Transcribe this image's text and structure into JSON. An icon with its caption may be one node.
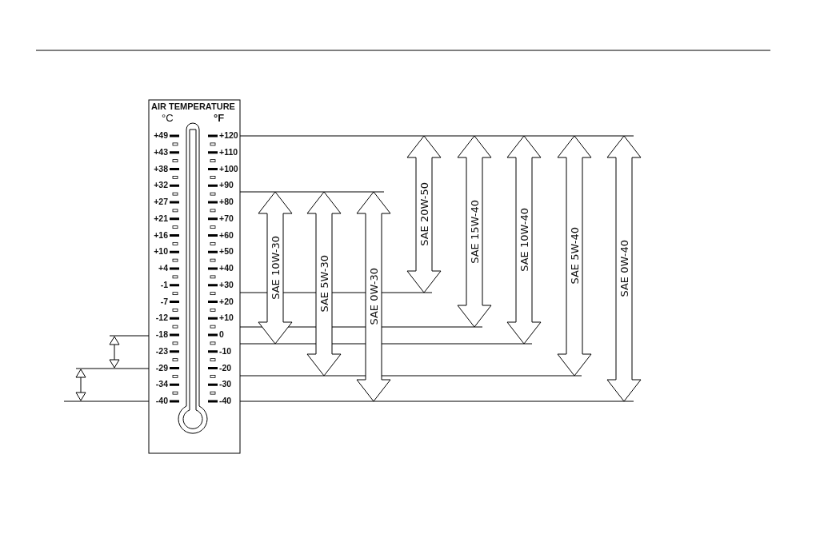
{
  "diagram": {
    "labels": [
      "AIR TEMPERATURE",
      "°C",
      "°F",
      "+49",
      "+120",
      "+43",
      "+110",
      "+38",
      "+100",
      "+32",
      "+90",
      "+27",
      "+80",
      "+21",
      "+70",
      "+16",
      "+60",
      "+10",
      "+50",
      "+4",
      "+40",
      "-1",
      "+30",
      "-7",
      "+20",
      "-12",
      "+10",
      "-18",
      "0",
      "-23",
      "-10",
      "-29",
      "-20",
      "-34",
      "-30",
      "-40",
      "-40",
      "SAE 10W-30",
      "SAE 5W-30",
      "SAE 0W-30",
      "SAE 20W-50",
      "SAE 15W-40",
      "SAE 10W-40",
      "SAE 5W-40",
      "SAE 0W-40"
    ]
  }
}
